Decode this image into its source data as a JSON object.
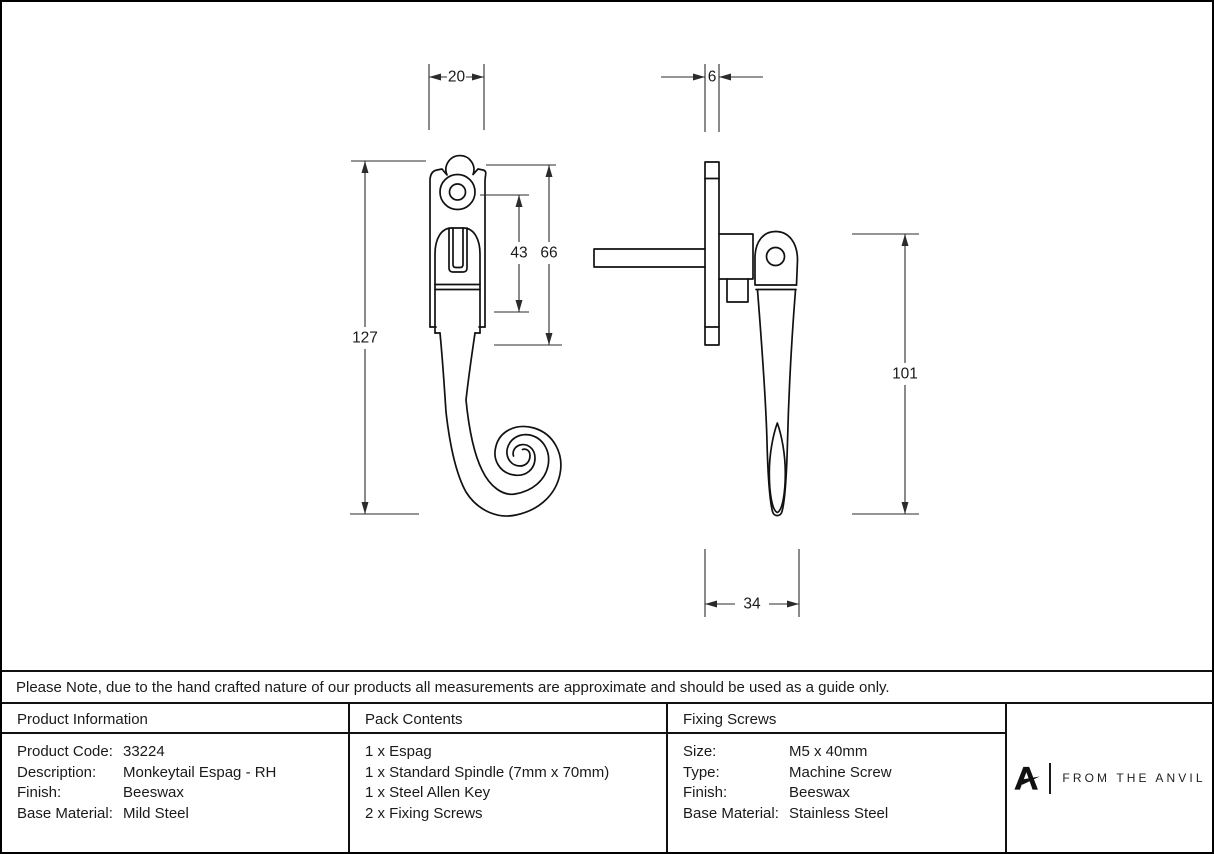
{
  "drawing": {
    "dimensions": {
      "front_width": "20",
      "plate_thickness": "6",
      "screw_span": "43",
      "plate_height": "66",
      "overall_length": "127",
      "handle_length": "101",
      "projection": "34"
    }
  },
  "note": "Please Note, due to the hand crafted nature of our products all measurements are approximate and should be used as a guide only.",
  "table": {
    "product_information": {
      "header": "Product Information",
      "rows": [
        {
          "label": "Product Code:",
          "value": "33224"
        },
        {
          "label": "Description:",
          "value": "Monkeytail Espag - RH"
        },
        {
          "label": "Finish:",
          "value": "Beeswax"
        },
        {
          "label": "Base Material:",
          "value": "Mild Steel"
        }
      ]
    },
    "pack_contents": {
      "header": "Pack Contents",
      "items": [
        "1 x Espag",
        "1 x Standard Spindle (7mm x 70mm)",
        "1 x Steel Allen Key",
        "2 x Fixing Screws"
      ]
    },
    "fixing_screws": {
      "header": "Fixing Screws",
      "rows": [
        {
          "label": "Size:",
          "value": "M5 x 40mm"
        },
        {
          "label": "Type:",
          "value": "Machine Screw"
        },
        {
          "label": "Finish:",
          "value": "Beeswax"
        },
        {
          "label": "Base Material:",
          "value": "Stainless Steel"
        }
      ]
    }
  },
  "logo": {
    "text": "FROM THE ANVIL"
  },
  "colors": {
    "line": "#111111",
    "dimension": "#2b2b2b",
    "text": "#1a1a1a",
    "background": "#ffffff"
  }
}
